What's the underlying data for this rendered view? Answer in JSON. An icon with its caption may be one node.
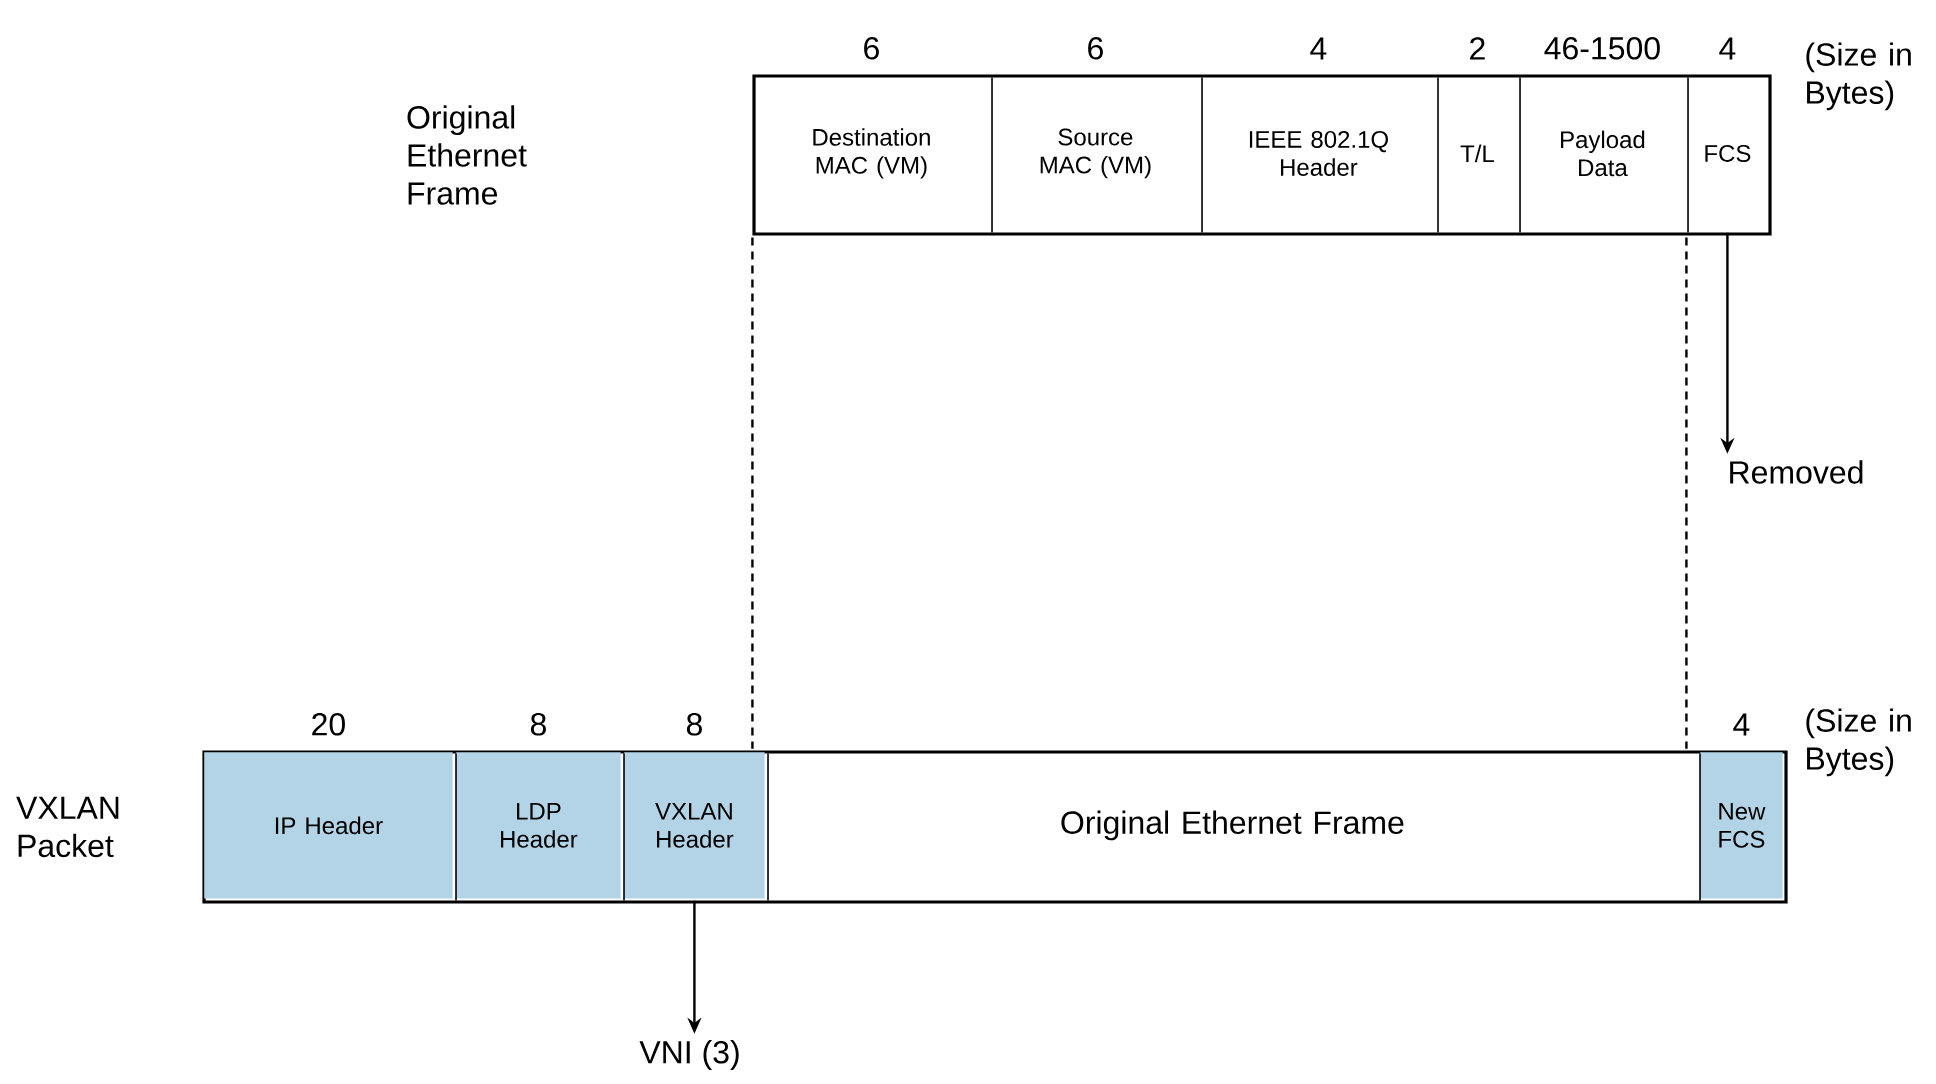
{
  "diagram": {
    "nodes": [
      {
        "text": [
          "Original Ethernet Frame"
        ]
      },
      {
        "text": [],
        "shape": "box"
      },
      {
        "text": [
          "Destination MAC (VM)"
        ],
        "beside": [
          "6"
        ],
        "in": 1
      },
      {
        "text": [
          "Source MAC (VM)"
        ],
        "beside": [
          "6"
        ],
        "in": 1
      },
      {
        "text": [
          "IEEE 802.1Q Header"
        ],
        "beside": [
          "4"
        ],
        "in": 1
      },
      {
        "text": [
          "T/L"
        ],
        "beside": [
          "2"
        ],
        "in": 1
      },
      {
        "text": [
          "Payload Data"
        ],
        "beside": [
          "46-1500"
        ],
        "in": 1
      },
      {
        "text": [
          "FCS"
        ],
        "beside": [
          "4"
        ],
        "in": 1
      },
      {
        "text": [
          "Removed"
        ]
      },
      {
        "text": [
          "VXLAN Packet"
        ]
      },
      {
        "text": [],
        "shape": "box"
      },
      {
        "text": [
          "IP Header"
        ],
        "beside": [
          "20"
        ],
        "in": 10
      },
      {
        "text": [
          "LDP Header"
        ],
        "beside": [
          "8"
        ],
        "in": 10
      },
      {
        "text": [
          "VXLAN Header"
        ],
        "beside": [
          "8"
        ],
        "in": 10
      },
      {
        "text": [
          "Original Ethernet Frame"
        ],
        "in": 10
      },
      {
        "text": [
          "New FCS"
        ],
        "beside": [
          "4"
        ],
        "in": 10
      },
      {
        "text": [
          "VNI (3)"
        ]
      }
    ],
    "edges": [
      {
        "from": 7,
        "to": 8,
        "arrow": "to"
      },
      {
        "from": 1,
        "to": 10,
        "arrow": "none",
        "style": "dashed"
      },
      {
        "from": 1,
        "to": 10,
        "arrow": "none",
        "style": "dashed"
      },
      {
        "from": 13,
        "to": 16,
        "arrow": "to"
      }
    ],
    "labels": [
      "(Size in Bytes)",
      "(Size in Bytes)"
    ]
  }
}
